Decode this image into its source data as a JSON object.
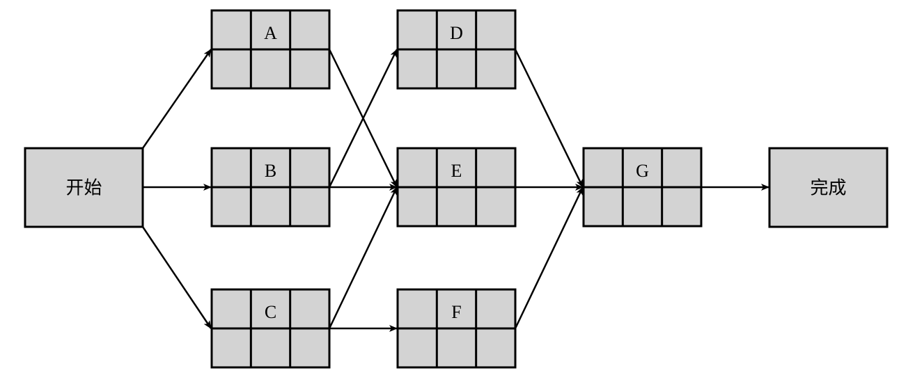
{
  "diagram": {
    "start": {
      "label": "开始"
    },
    "finish": {
      "label": "完成"
    },
    "activities": [
      {
        "id": "A",
        "label": "A"
      },
      {
        "id": "B",
        "label": "B"
      },
      {
        "id": "C",
        "label": "C"
      },
      {
        "id": "D",
        "label": "D"
      },
      {
        "id": "E",
        "label": "E"
      },
      {
        "id": "F",
        "label": "F"
      },
      {
        "id": "G",
        "label": "G"
      }
    ],
    "edges": [
      {
        "from": "start",
        "to": "A"
      },
      {
        "from": "start",
        "to": "B"
      },
      {
        "from": "start",
        "to": "C"
      },
      {
        "from": "A",
        "to": "E"
      },
      {
        "from": "B",
        "to": "D"
      },
      {
        "from": "B",
        "to": "E"
      },
      {
        "from": "C",
        "to": "E"
      },
      {
        "from": "C",
        "to": "F"
      },
      {
        "from": "D",
        "to": "G"
      },
      {
        "from": "E",
        "to": "G"
      },
      {
        "from": "F",
        "to": "G"
      },
      {
        "from": "G",
        "to": "finish"
      }
    ],
    "colors": {
      "node_fill": "#d3d3d3",
      "stroke": "#000000"
    }
  }
}
